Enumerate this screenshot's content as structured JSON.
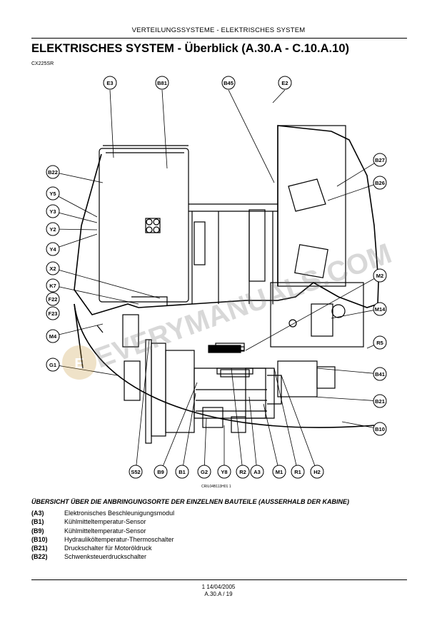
{
  "header": {
    "section": "VERTEILUNGSSYSTEME - ELEKTRISCHES SYSTEM",
    "title": "ELEKTRISCHES SYSTEM - Überblick (A.30.A - C.10.A.10)",
    "doc_code": "CX225SR"
  },
  "figure": {
    "code": "CRIL04B113H01    1",
    "watermark": "EVERYMANUALS.COM",
    "callouts": {
      "E3": "E3",
      "B81": "B81",
      "B45": "B45",
      "E2": "E2",
      "B27": "B27",
      "B26": "B26",
      "B22": "B22",
      "Y5": "Y5",
      "Y3": "Y3",
      "Y2": "Y2",
      "Y4": "Y4",
      "X2": "X2",
      "K7": "K7",
      "F22": "F22",
      "F23": "F23",
      "M4": "M4",
      "G1": "G1",
      "M2": "M2",
      "M14": "M14",
      "R5": "R5",
      "B41": "B41",
      "B21": "B21",
      "B10": "B10",
      "S52": "S52",
      "B9": "B9",
      "B1": "B1",
      "G2": "G2",
      "Y8": "Y8",
      "R2": "R2",
      "A3": "A3",
      "M1": "M1",
      "R1": "R1",
      "H2": "H2"
    }
  },
  "overview": {
    "heading": "ÜBERSICHT ÜBER DIE ANBRINGUNGSORTE DER EINZELNEN BAUTEILE (AUSSERHALB DER KABINE)",
    "items": [
      {
        "code": "(A3)",
        "desc": "Elektronisches Beschleunigungsmodul"
      },
      {
        "code": "(B1)",
        "desc": "Kühlmitteltemperatur-Sensor"
      },
      {
        "code": "(B9)",
        "desc": "Kühlmitteltemperatur-Sensor"
      },
      {
        "code": "(B10)",
        "desc": "Hydrauliköltemperatur-Thermoschalter"
      },
      {
        "code": "(B21)",
        "desc": "Druckschalter für Motoröldruck"
      },
      {
        "code": "(B22)",
        "desc": "Schwenksteuerdruckschalter"
      }
    ]
  },
  "footer": {
    "date": "1 14/04/2005",
    "page": "A.30.A / 19"
  }
}
